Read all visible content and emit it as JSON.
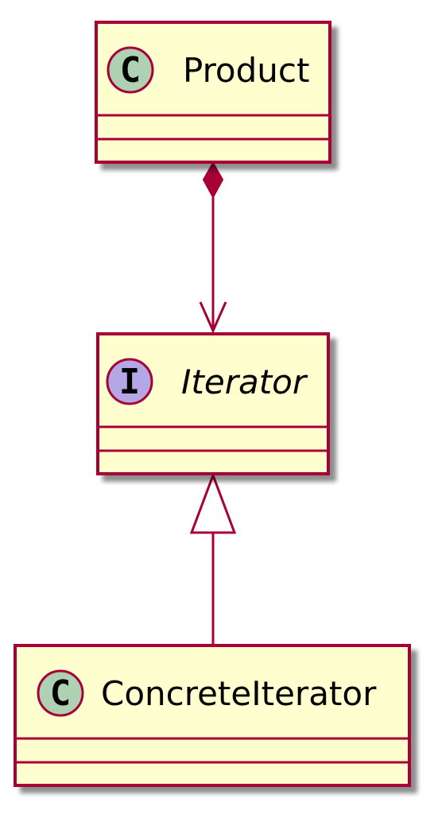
{
  "diagram": {
    "type": "uml-class-diagram",
    "colors": {
      "box_fill": "#FEFECE",
      "box_border": "#A80036",
      "class_badge": "#ADD1B2",
      "interface_badge": "#B4A7E5",
      "edge": "#A80036"
    },
    "classes": [
      {
        "id": "product",
        "kind": "class",
        "badge_letter": "C",
        "name": "Product"
      },
      {
        "id": "iterator",
        "kind": "interface",
        "badge_letter": "I",
        "name": "Iterator"
      },
      {
        "id": "concrete-iterator",
        "kind": "class",
        "badge_letter": "C",
        "name": "ConcreteIterator"
      }
    ],
    "relations": [
      {
        "from": "product",
        "to": "iterator",
        "type": "composition"
      },
      {
        "from": "concrete-iterator",
        "to": "iterator",
        "type": "realization"
      }
    ]
  }
}
